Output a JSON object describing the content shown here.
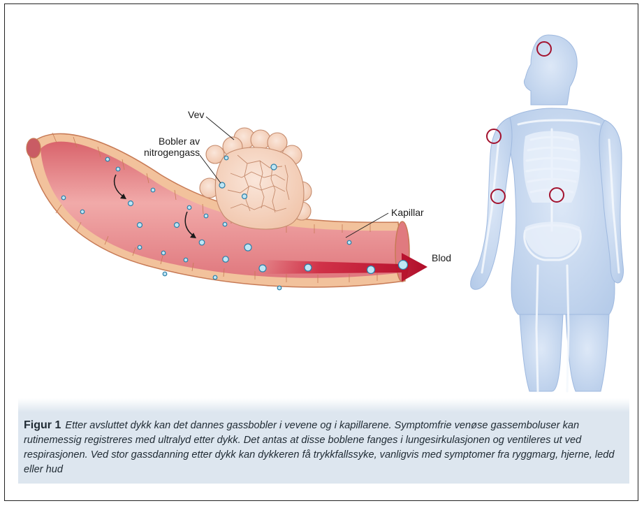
{
  "labels": {
    "tissue": "Vev",
    "bubbles": "Bobler av\nnitrogengass",
    "capillary": "Kapillar",
    "blood": "Blod"
  },
  "caption": {
    "figure_number": "Figur 1",
    "text": "Etter avsluttet dykk kan det dannes gassbobler i vevene og i kapillarene. Symptomfrie venøse gassemboluser kan rutinemessig registreres med ultralyd etter dykk. Det antas at disse boblene fanges i lungesirkulasjonen og ventileres ut ved respirasjonen. Ved stor gassdanning etter dykk kan dykkeren få trykkfallssyke, vanligvis med symptomer fra ryggmarg, hjerne, ledd eller hud"
  },
  "colors": {
    "vessel_wall": "#f2c29c",
    "vessel_inner": "#e88c8f",
    "blood_arrow": "#c8102e",
    "bubble": "#bfe6f5",
    "body": "#c7d9f1",
    "symptom_circle": "#a3122e",
    "caption_bg": "#dde6ef"
  },
  "symptom_sites": [
    "hjerne",
    "ledd",
    "hud",
    "ryggmarg"
  ]
}
